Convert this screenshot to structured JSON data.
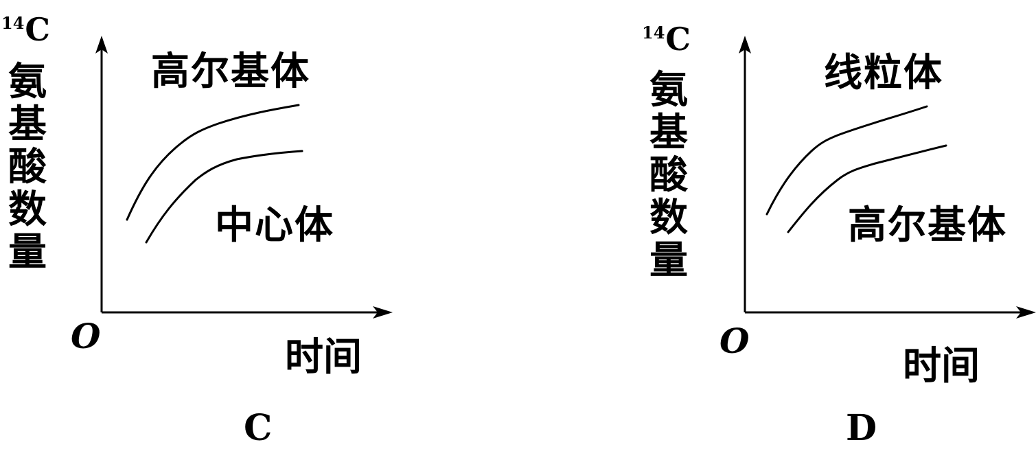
{
  "panels": [
    {
      "id": "C",
      "panel_label": "C",
      "y_label_isotope_mass": "14",
      "y_label_isotope_symbol": "C",
      "y_label_text": "氨基酸数量",
      "x_label": "时间",
      "origin_label": "O",
      "upper_curve_label": "高尔基体",
      "lower_curve_label": "中心体"
    },
    {
      "id": "D",
      "panel_label": "D",
      "y_label_isotope_mass": "14",
      "y_label_isotope_symbol": "C",
      "y_label_text": "氨基酸数量",
      "x_label": "时间",
      "origin_label": "O",
      "upper_curve_label": "线粒体",
      "lower_curve_label": "高尔基体"
    }
  ],
  "chart_data": [
    {
      "type": "line",
      "title": "C",
      "xlabel": "时间",
      "ylabel": "14C氨基酸数量",
      "axis_ticks": "none (qualitative)",
      "origin": "O",
      "grid": false,
      "legend": "inline curve labels",
      "series": [
        {
          "name": "高尔基体",
          "position": "upper",
          "shape": "rises quickly then levels off",
          "points_normalized": [
            [
              0.09,
              0.34
            ],
            [
              0.28,
              0.61
            ],
            [
              0.34,
              0.66
            ],
            [
              0.68,
              0.76
            ]
          ]
        },
        {
          "name": "中心体",
          "position": "lower",
          "shape": "rises quickly then levels off (starts later, lower)",
          "points_normalized": [
            [
              0.16,
              0.25
            ],
            [
              0.33,
              0.5
            ],
            [
              0.43,
              0.55
            ],
            [
              0.69,
              0.59
            ]
          ]
        }
      ]
    },
    {
      "type": "line",
      "title": "D",
      "xlabel": "时间",
      "ylabel": "14C氨基酸数量",
      "axis_ticks": "none (qualitative)",
      "origin": "O",
      "grid": false,
      "legend": "inline curve labels",
      "series": [
        {
          "name": "线粒体",
          "position": "upper",
          "shape": "rises quickly then levels off",
          "points_normalized": [
            [
              0.08,
              0.31
            ],
            [
              0.25,
              0.57
            ],
            [
              0.32,
              0.62
            ],
            [
              0.66,
              0.72
            ]
          ]
        },
        {
          "name": "高尔基体",
          "position": "lower",
          "shape": "rises quickly then levels off (starts later, lower)",
          "points_normalized": [
            [
              0.16,
              0.24
            ],
            [
              0.33,
              0.46
            ],
            [
              0.38,
              0.49
            ],
            [
              0.73,
              0.57
            ]
          ]
        }
      ]
    }
  ]
}
